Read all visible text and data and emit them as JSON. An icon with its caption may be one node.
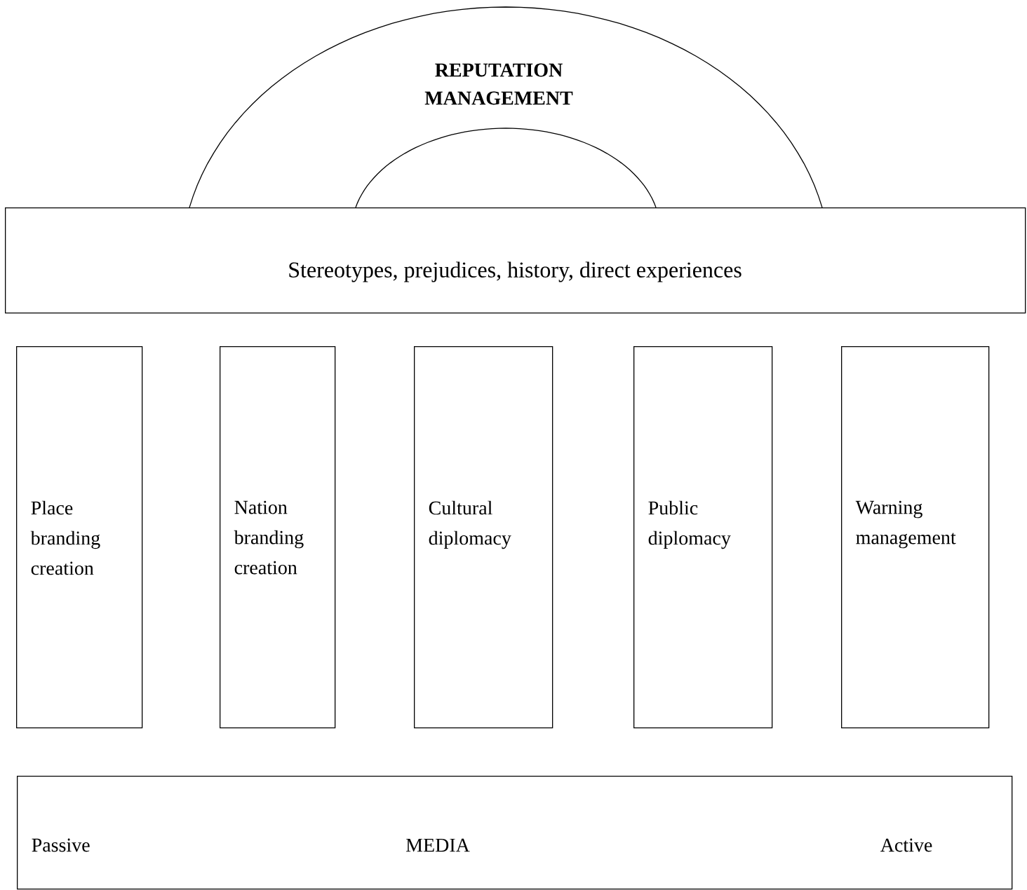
{
  "diagram": {
    "nodes": [
      {
        "text": [
          "REPUTATION MANAGEMENT"
        ]
      },
      {
        "text": [],
        "shape": "arch",
        "in": 0
      },
      {
        "text": [
          "Stereotypes, prejudices, history, direct experiences"
        ]
      },
      {
        "text": [
          "Place branding creation"
        ]
      },
      {
        "text": [
          "Nation branding creation"
        ]
      },
      {
        "text": [
          "Cultural diplomacy"
        ]
      },
      {
        "text": [
          "Public diplomacy"
        ]
      },
      {
        "text": [
          "Warning management"
        ]
      },
      {
        "text": [
          "Passive",
          "MEDIA",
          "Active"
        ]
      }
    ]
  }
}
